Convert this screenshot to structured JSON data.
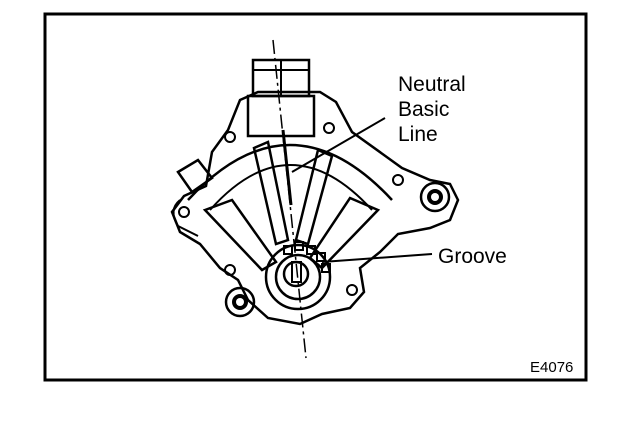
{
  "labels": {
    "neutral_line_1": "Neutral",
    "neutral_line_2": "Basic",
    "neutral_line_3": "Line",
    "groove": "Groove"
  },
  "figure_code": "E4076",
  "colors": {
    "ink": "#000000",
    "paper": "#ffffff"
  }
}
